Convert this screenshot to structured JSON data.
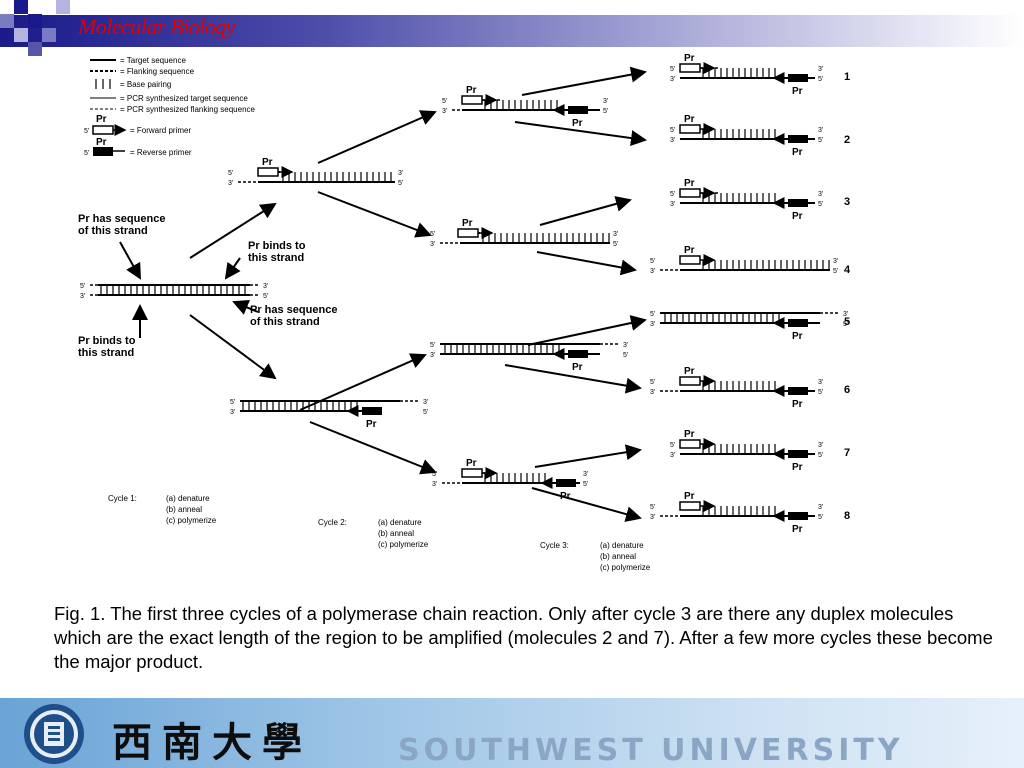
{
  "header": {
    "title": "Molecular Biology"
  },
  "legend": {
    "items": [
      {
        "label": "= Target sequence"
      },
      {
        "label": "= Flanking sequence"
      },
      {
        "label": "= Base pairing"
      },
      {
        "label": "= PCR synthesized target sequence"
      },
      {
        "label": "= PCR synthesized flanking sequence"
      }
    ],
    "primer_label": "Pr",
    "forward_label": "= Forward primer",
    "reverse_label": "= Reverse primer"
  },
  "annotations": {
    "pr_sequence": "Pr has sequence",
    "of_this_strand": "of this strand",
    "pr_binds": "Pr binds to",
    "this_strand": "this strand"
  },
  "ends": {
    "five": "5'",
    "three": "3'"
  },
  "primer_label": "Pr",
  "molecules": [
    "1",
    "2",
    "3",
    "4",
    "5",
    "6",
    "7",
    "8"
  ],
  "cycles": [
    {
      "label": "Cycle 1:",
      "steps": [
        "(a) denature",
        "(b) anneal",
        "(c) polymerize"
      ]
    },
    {
      "label": "Cycle 2:",
      "steps": [
        "(a) denature",
        "(b) anneal",
        "(c) polymerize"
      ]
    },
    {
      "label": "Cycle 3:",
      "steps": [
        "(a) denature",
        "(b) anneal",
        "(c) polymerize"
      ]
    }
  ],
  "caption": "Fig. 1. The first three cycles of a polymerase chain reaction. Only after cycle 3 are there any duplex molecules which are the exact length of the region to be amplified (molecules 2 and 7). After a few more cycles these become the major product.",
  "footer": {
    "chinese_name": "西南大學",
    "english_name": "SOUTHWEST UNIVERSITY"
  },
  "colors": {
    "header_dark": "#1a1a8a",
    "title_red": "#e00000",
    "footer_blue": "#6aa3d6"
  }
}
